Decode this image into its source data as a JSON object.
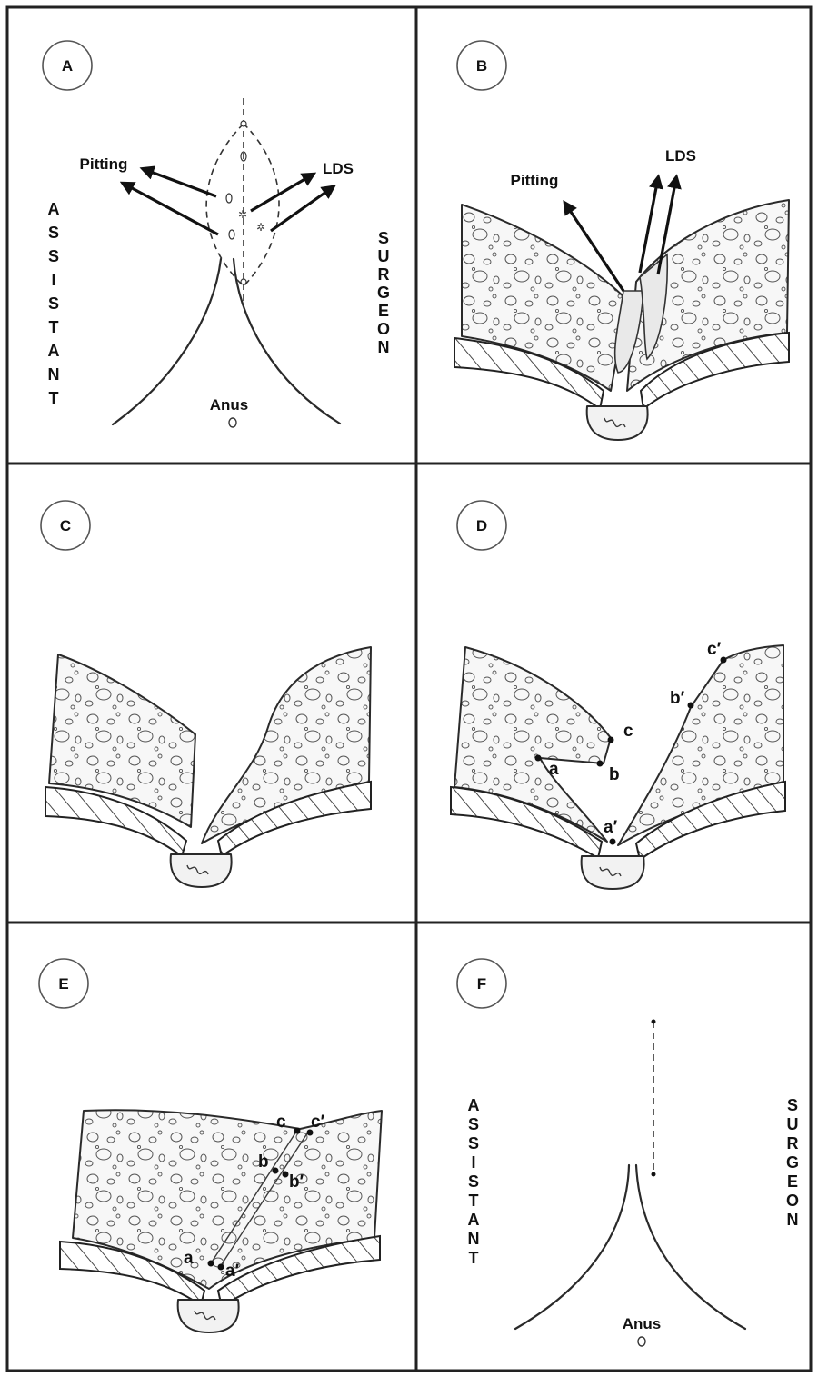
{
  "panels": [
    {
      "letter": "A"
    },
    {
      "letter": "B"
    },
    {
      "letter": "C"
    },
    {
      "letter": "D"
    },
    {
      "letter": "E"
    },
    {
      "letter": "F"
    }
  ],
  "labels": {
    "pitting": "Pitting",
    "lds": "LDS",
    "anus": "Anus",
    "assistant": "ASSISTANT",
    "surgeon": "SURGEON"
  },
  "points": {
    "a": "a",
    "b": "b",
    "c": "c",
    "a_prime": "a′",
    "b_prime": "b′",
    "c_prime": "c′"
  }
}
